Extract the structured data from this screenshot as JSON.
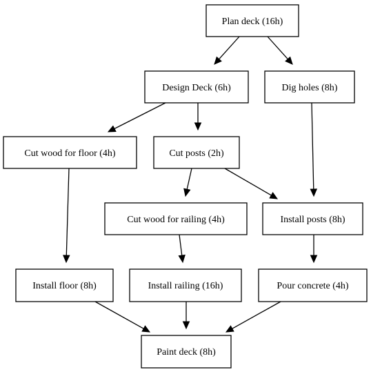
{
  "diagram": {
    "nodes": {
      "plan_deck": "Plan deck (16h)",
      "design_deck": "Design Deck (6h)",
      "dig_holes": "Dig holes (8h)",
      "cut_wood_floor": "Cut wood for floor (4h)",
      "cut_posts": "Cut posts (2h)",
      "cut_wood_railing": "Cut wood for railing (4h)",
      "install_posts": "Install posts (8h)",
      "install_floor": "Install floor (8h)",
      "install_railing": "Install railing (16h)",
      "pour_concrete": "Pour concrete (4h)",
      "paint_deck": "Paint deck (8h)"
    },
    "edges": [
      [
        "plan_deck",
        "design_deck"
      ],
      [
        "plan_deck",
        "dig_holes"
      ],
      [
        "design_deck",
        "cut_wood_floor"
      ],
      [
        "design_deck",
        "cut_posts"
      ],
      [
        "dig_holes",
        "install_posts"
      ],
      [
        "cut_wood_floor",
        "install_floor"
      ],
      [
        "cut_posts",
        "cut_wood_railing"
      ],
      [
        "cut_posts",
        "install_posts"
      ],
      [
        "cut_wood_railing",
        "install_railing"
      ],
      [
        "install_posts",
        "pour_concrete"
      ],
      [
        "install_floor",
        "paint_deck"
      ],
      [
        "install_railing",
        "paint_deck"
      ],
      [
        "pour_concrete",
        "paint_deck"
      ]
    ]
  }
}
